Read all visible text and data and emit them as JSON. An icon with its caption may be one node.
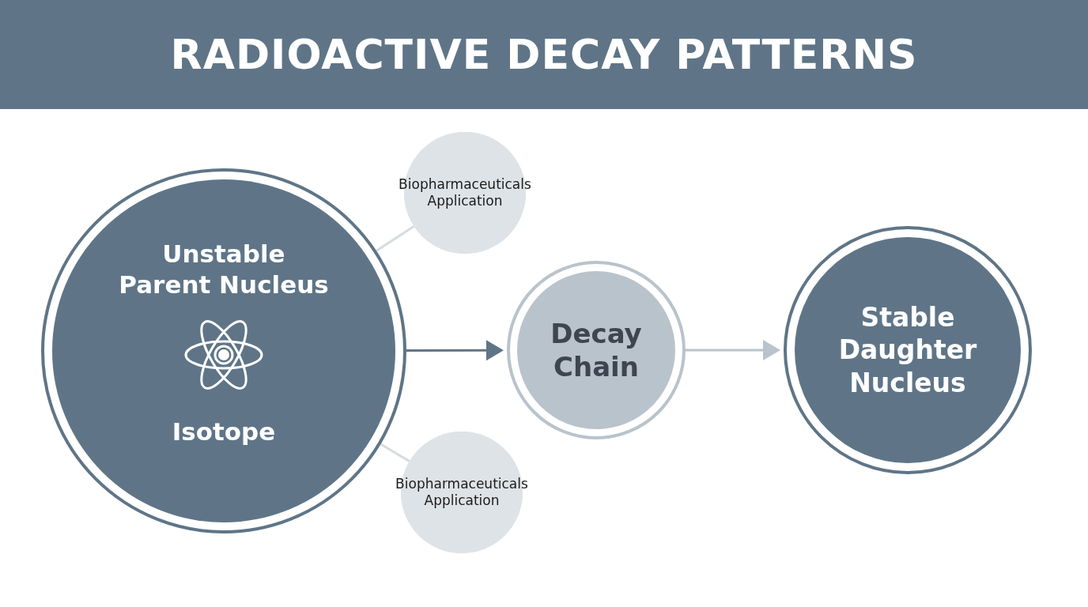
{
  "diagram": {
    "title": "RADIOACTIVE DECAY PATTERNS",
    "nodes": [
      {
        "text": [
          "Unstable Parent Nucleus",
          "Isotope"
        ]
      },
      {
        "text": [
          "Biopharmaceuticals Application"
        ]
      },
      {
        "text": [
          "Biopharmaceuticals Application"
        ]
      },
      {
        "text": [
          "Decay Chain"
        ]
      },
      {
        "text": [
          "Stable Daughter Nucleus"
        ]
      }
    ],
    "edges": [
      {
        "from": 0,
        "to": 1,
        "arrow": "none"
      },
      {
        "from": 0,
        "to": 3,
        "arrow": "to",
        "color": "#5f7587"
      },
      {
        "from": 0,
        "to": 2,
        "arrow": "none"
      },
      {
        "from": 3,
        "to": 4,
        "arrow": "to",
        "color": "#b9c3cb"
      }
    ]
  }
}
